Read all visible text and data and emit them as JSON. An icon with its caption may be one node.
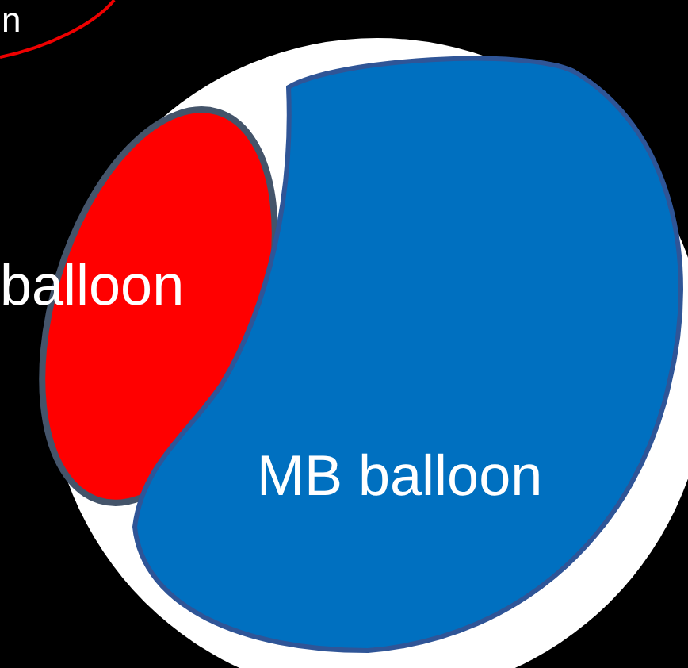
{
  "diagram": {
    "nodes": [
      {
        "text": [
          "n"
        ]
      },
      {
        "text": [
          "balloon"
        ]
      },
      {
        "text": [
          "MB balloon"
        ]
      }
    ]
  }
}
